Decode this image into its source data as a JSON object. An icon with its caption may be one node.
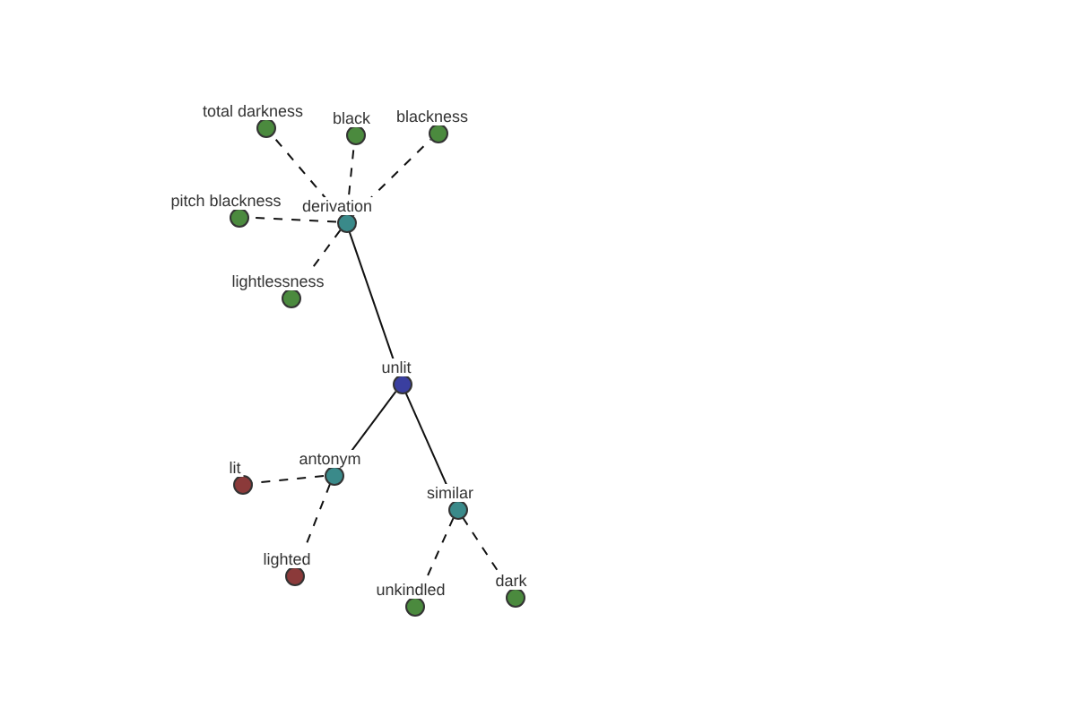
{
  "diagram": {
    "nodes": [
      {
        "text": [
          "total darkness"
        ]
      },
      {
        "text": [
          "black"
        ]
      },
      {
        "text": [
          "blackness"
        ]
      },
      {
        "text": [
          "pitch blackness"
        ]
      },
      {
        "text": [
          "derivation"
        ]
      },
      {
        "text": [
          "lightlessness"
        ]
      },
      {
        "text": [
          "unlit"
        ]
      },
      {
        "text": [
          "lit"
        ]
      },
      {
        "text": [
          "antonym"
        ]
      },
      {
        "text": [
          "lighted"
        ]
      },
      {
        "text": [
          "similar"
        ]
      },
      {
        "text": [
          "unkindled"
        ]
      },
      {
        "text": [
          "dark"
        ]
      }
    ],
    "edges": [
      {
        "from": 6,
        "to": 4,
        "arrow": "none"
      },
      {
        "from": 6,
        "to": 8,
        "arrow": "none"
      },
      {
        "from": 6,
        "to": 10,
        "arrow": "none"
      },
      {
        "from": 4,
        "to": 0,
        "arrow": "none",
        "style": "dashed"
      },
      {
        "from": 4,
        "to": 1,
        "arrow": "none",
        "style": "dashed"
      },
      {
        "from": 4,
        "to": 2,
        "arrow": "none",
        "style": "dashed"
      },
      {
        "from": 4,
        "to": 3,
        "arrow": "none",
        "style": "dashed"
      },
      {
        "from": 4,
        "to": 5,
        "arrow": "none",
        "style": "dashed"
      },
      {
        "from": 8,
        "to": 7,
        "arrow": "none",
        "style": "dashed"
      },
      {
        "from": 8,
        "to": 9,
        "arrow": "none",
        "style": "dashed"
      },
      {
        "from": 10,
        "to": 11,
        "arrow": "none",
        "style": "dashed"
      },
      {
        "from": 10,
        "to": 12,
        "arrow": "none",
        "style": "dashed"
      }
    ]
  }
}
